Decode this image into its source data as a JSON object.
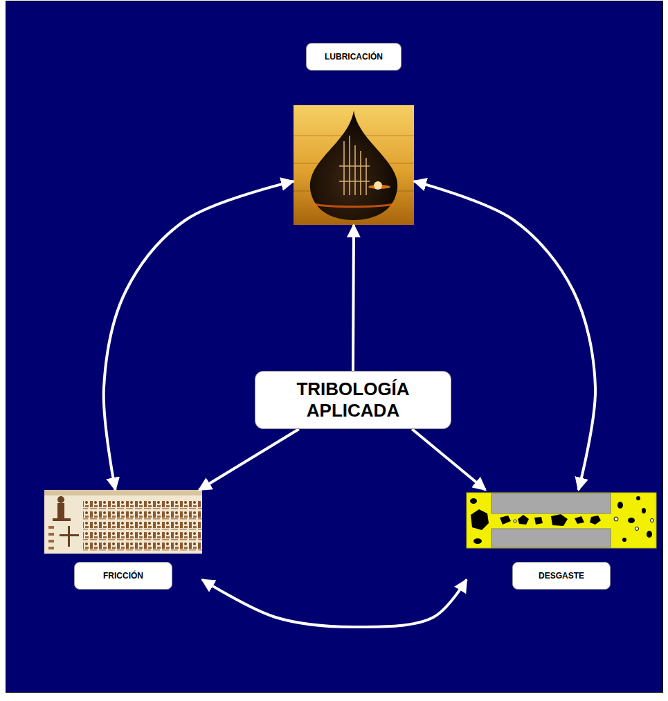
{
  "diagram": {
    "nodes": [
      {
        "text": [
          "LUBRICACIÓN"
        ]
      },
      {
        "text": [
          "TRIBOLOGÍA APLICADA"
        ]
      },
      {
        "text": [
          "FRICCIÓN"
        ]
      },
      {
        "text": [
          "DESGASTE"
        ]
      }
    ],
    "edges": [
      {
        "from": 1,
        "to": 0,
        "arrow": "to"
      },
      {
        "from": 1,
        "to": 2,
        "arrow": "to"
      },
      {
        "from": 1,
        "to": 3,
        "arrow": "to"
      },
      {
        "from": 2,
        "to": 0,
        "arrow": "both"
      },
      {
        "from": 0,
        "to": 3,
        "arrow": "both"
      },
      {
        "from": 2,
        "to": 3,
        "arrow": "both"
      }
    ]
  }
}
